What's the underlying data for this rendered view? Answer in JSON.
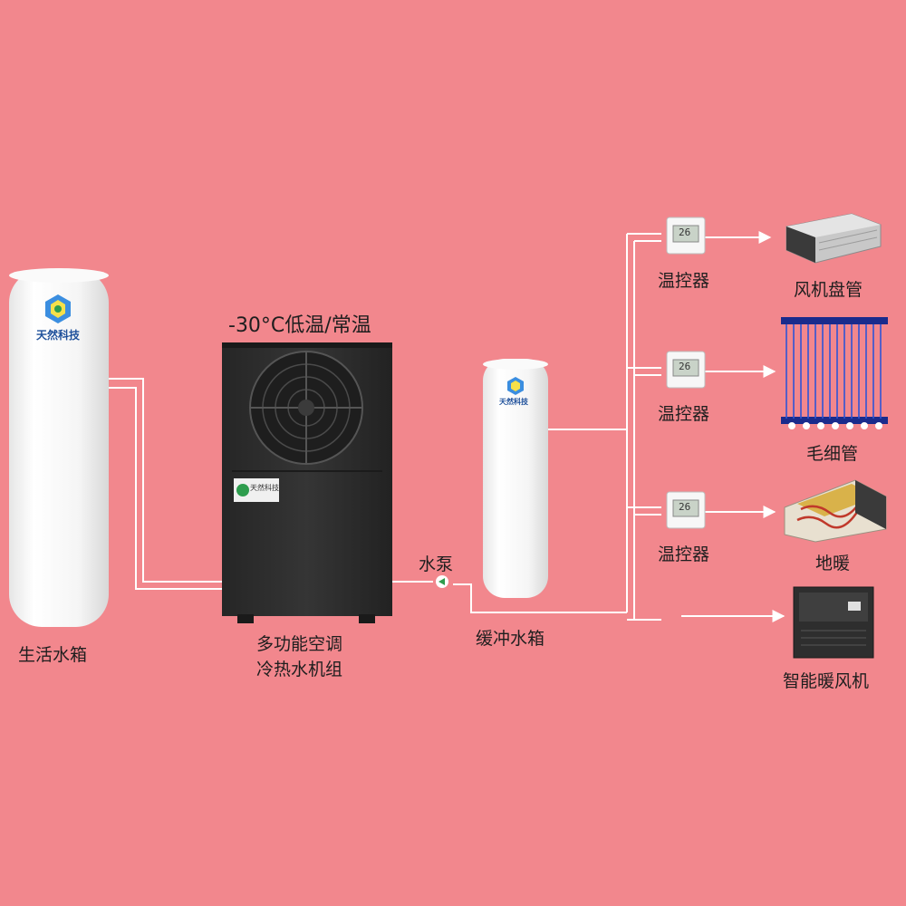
{
  "colors": {
    "background": "#f2878d",
    "pipe": "#ffffff",
    "unit_body": "#2d2d2d",
    "tank": "#f4f4f4"
  },
  "living_tank": {
    "label": "生活水箱",
    "logo_text": "天然科技"
  },
  "heat_pump": {
    "header": "-30°C低温/常温",
    "name_line1": "多功能空调",
    "name_line2": "冷热水机组",
    "badge_text": "天然科技"
  },
  "pump": {
    "label": "水泵"
  },
  "buffer_tank": {
    "label": "缓冲水箱",
    "logo_text": "天然科技"
  },
  "thermostats": [
    {
      "label": "温控器",
      "display": "26"
    },
    {
      "label": "温控器",
      "display": "26"
    },
    {
      "label": "温控器",
      "display": "26"
    }
  ],
  "terminals": [
    {
      "label": "风机盘管",
      "icon": "fan-coil-icon"
    },
    {
      "label": "毛细管",
      "icon": "capillary-mat-icon"
    },
    {
      "label": "地暖",
      "icon": "floor-heating-icon"
    },
    {
      "label": "智能暖风机",
      "icon": "heater-icon"
    }
  ]
}
